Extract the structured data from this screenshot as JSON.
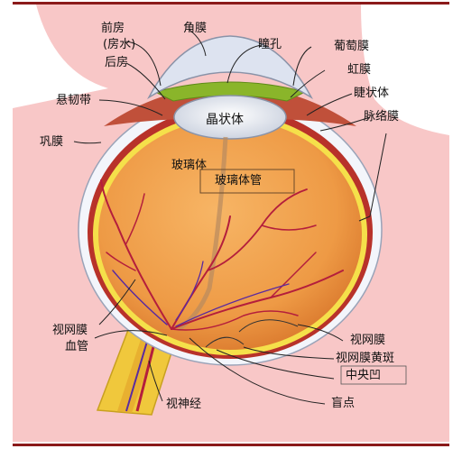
{
  "labels": {
    "cornea": "角膜",
    "anterior_chamber": "前房",
    "aqueous": "(房水)",
    "posterior_chamber": "后房",
    "pupil": "瞳孔",
    "ciliary_zonules": "悬韧带",
    "lens": "晶状体",
    "sclera": "巩膜",
    "vitreous": "玻璃体",
    "hyaloid_canal": "玻璃体管",
    "retinal_vessels_1": "视网膜",
    "retinal_vessels_2": "血管",
    "optic_nerve": "视神经",
    "conjunctiva": "葡萄膜",
    "iris": "虹膜",
    "ciliary_body": "睫状体",
    "choroid": "脉络膜",
    "retina": "视网膜",
    "macula": "视网膜黄斑",
    "fovea": "中央凹",
    "optic_disc": "盲点"
  },
  "colors": {
    "background_pink": "#f8c7c7",
    "frame": "#8b1a1a",
    "vitreous": "#f2a24c",
    "sclera": "#f3f5fb",
    "retina_yellow": "#f5e04a",
    "choroid": "#b8322a",
    "vessel": "#b41e3c",
    "iris_green": "#8ab52a",
    "lens": "#e8ecf4",
    "optic_nerve": "#f0c83c"
  }
}
